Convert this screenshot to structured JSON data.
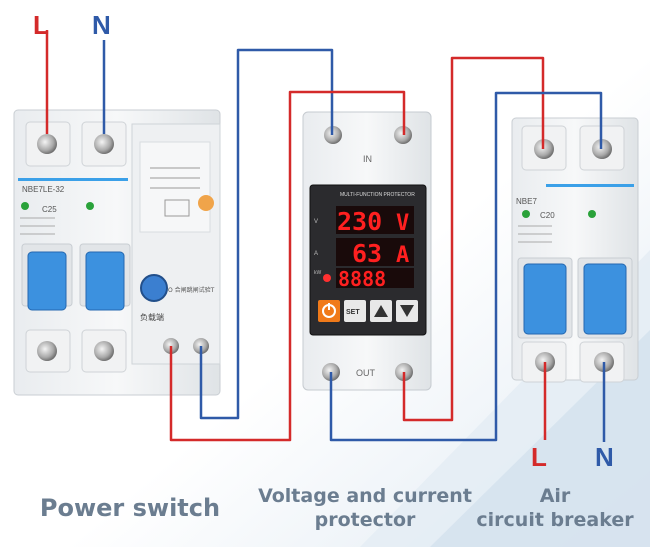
{
  "colors": {
    "live_wire": "#d42a2a",
    "neutral_wire": "#2f5aa8",
    "accent_blue": "#3ba0e8",
    "display_red": "#ff2020"
  },
  "inputs": {
    "live": "L",
    "neutral": "N"
  },
  "outputs": {
    "live": "L",
    "neutral": "N"
  },
  "power_switch": {
    "model": "NBE7LE-32",
    "rating": "C25",
    "label_cn": "负载端",
    "test_text": "O 合闸跳闸试验T"
  },
  "protector": {
    "header": "MULTI-FUNCTION PROTECTOR",
    "port_in": "IN",
    "port_out": "OUT",
    "voltage": "230",
    "voltage_unit": "V",
    "current": "63",
    "current_unit": "A",
    "power": "8888",
    "row_v": "V",
    "row_a": "A",
    "row_w": "kW",
    "btn_power_icon": "power-icon",
    "btn_set": "SET",
    "btn_up_icon": "triangle-up-icon",
    "btn_down_icon": "triangle-down-icon"
  },
  "air_breaker": {
    "model": "NBE7",
    "rating": "C20"
  },
  "captions": {
    "power_switch": "Power switch",
    "protector_line1": "Voltage and current",
    "protector_line2": "protector",
    "breaker_line1": "Air",
    "breaker_line2": "circuit breaker"
  }
}
